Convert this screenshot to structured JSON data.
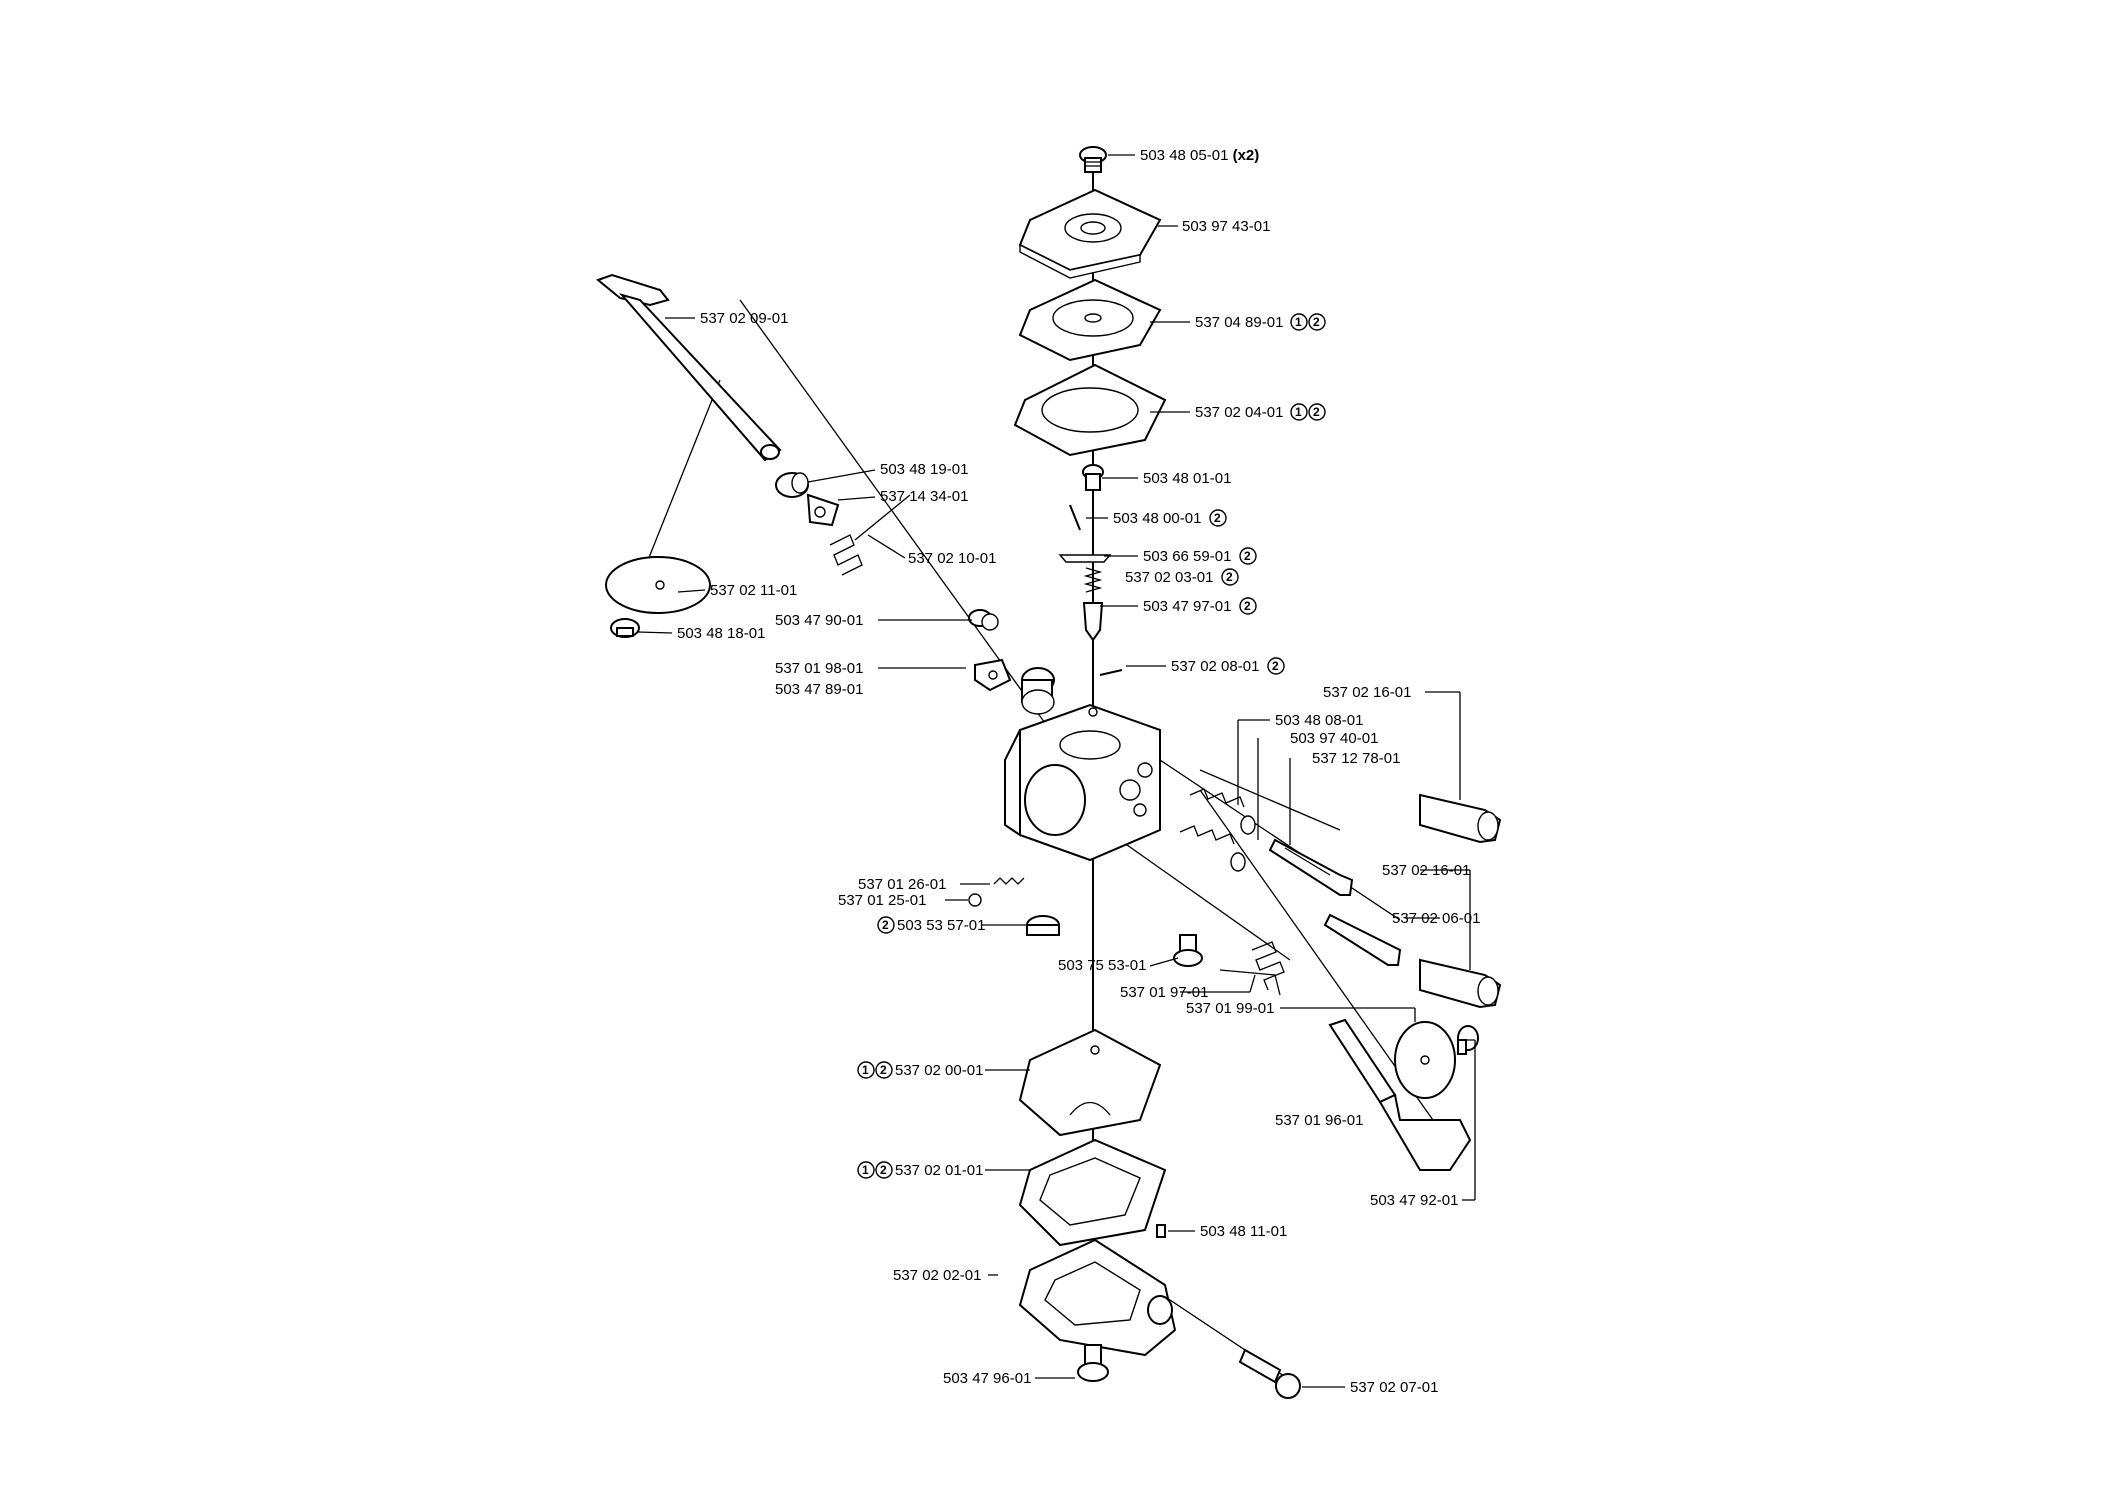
{
  "diagram": {
    "parts": [
      {
        "id": "p01",
        "number": "503 48 05-01",
        "qty": "(x2)"
      },
      {
        "id": "p02",
        "number": "503 97 43-01"
      },
      {
        "id": "p03",
        "number": "537 04 89-01",
        "refs": [
          "1",
          "2"
        ]
      },
      {
        "id": "p04",
        "number": "537 02 04-01",
        "refs": [
          "1",
          "2"
        ]
      },
      {
        "id": "p05",
        "number": "503 48 01-01"
      },
      {
        "id": "p06",
        "number": "503 48 00-01",
        "refs": [
          "2"
        ]
      },
      {
        "id": "p07",
        "number": "503 66 59-01",
        "refs": [
          "2"
        ]
      },
      {
        "id": "p08",
        "number": "537 02 03-01",
        "refs": [
          "2"
        ]
      },
      {
        "id": "p09",
        "number": "503 47 97-01",
        "refs": [
          "2"
        ]
      },
      {
        "id": "p10",
        "number": "537 02 08-01",
        "refs": [
          "2"
        ]
      },
      {
        "id": "p11",
        "number": "537 02 09-01"
      },
      {
        "id": "p12",
        "number": "503 48 19-01"
      },
      {
        "id": "p13",
        "number": "537 14 34-01"
      },
      {
        "id": "p14",
        "number": "537 02 10-01"
      },
      {
        "id": "p15",
        "number": "537 02 11-01"
      },
      {
        "id": "p16",
        "number": "503 48 18-01"
      },
      {
        "id": "p17",
        "number": "503 47 90-01"
      },
      {
        "id": "p18",
        "number": "537 01 98-01"
      },
      {
        "id": "p19",
        "number": "503 47 89-01"
      },
      {
        "id": "p20",
        "number": "537 02 16-01"
      },
      {
        "id": "p21",
        "number": "503 48 08-01"
      },
      {
        "id": "p22",
        "number": "503 97 40-01"
      },
      {
        "id": "p23",
        "number": "537 12 78-01"
      },
      {
        "id": "p24",
        "number": "537 02 16-01"
      },
      {
        "id": "p25",
        "number": "537 02 06-01"
      },
      {
        "id": "p26",
        "number": "537 01 26-01"
      },
      {
        "id": "p27",
        "number": "537 01 25-01"
      },
      {
        "id": "p28",
        "number": "503 53 57-01",
        "refs": [
          "2"
        ]
      },
      {
        "id": "p29",
        "number": "503 75 53-01"
      },
      {
        "id": "p30",
        "number": "537 01 97-01"
      },
      {
        "id": "p31",
        "number": "537 01 99-01"
      },
      {
        "id": "p32",
        "number": "537 02 00-01",
        "refs": [
          "1",
          "2"
        ]
      },
      {
        "id": "p33",
        "number": "537 01 96-01"
      },
      {
        "id": "p34",
        "number": "537 02 01-01",
        "refs": [
          "1",
          "2"
        ]
      },
      {
        "id": "p35",
        "number": "503 47 92-01"
      },
      {
        "id": "p36",
        "number": "503 48 11-01"
      },
      {
        "id": "p37",
        "number": "537 02 02-01"
      },
      {
        "id": "p38",
        "number": "503 47 96-01"
      },
      {
        "id": "p39",
        "number": "537 02 07-01"
      }
    ],
    "ref_glyphs": {
      "1": "1",
      "2": "2"
    }
  }
}
